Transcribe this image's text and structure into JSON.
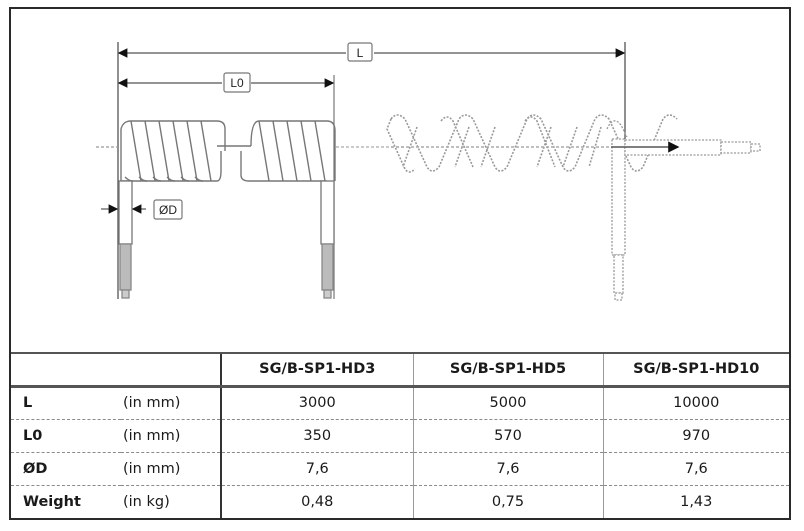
{
  "diagram": {
    "labels": {
      "overall_length": "L",
      "compressed_length": "L0",
      "diameter": "ØD"
    }
  },
  "table": {
    "columns": [
      "SG/B-SP1-HD3",
      "SG/B-SP1-HD5",
      "SG/B-SP1-HD10"
    ],
    "rows": [
      {
        "param": "L",
        "unit": "(in mm)",
        "values": [
          "3000",
          "5000",
          "10000"
        ]
      },
      {
        "param": "L0",
        "unit": "(in mm)",
        "values": [
          "350",
          "570",
          "970"
        ]
      },
      {
        "param": "ØD",
        "unit": "(in mm)",
        "values": [
          "7,6",
          "7,6",
          "7,6"
        ]
      },
      {
        "param": "Weight",
        "unit": "(in kg)",
        "values": [
          "0,48",
          "0,75",
          "1,43"
        ]
      }
    ]
  }
}
